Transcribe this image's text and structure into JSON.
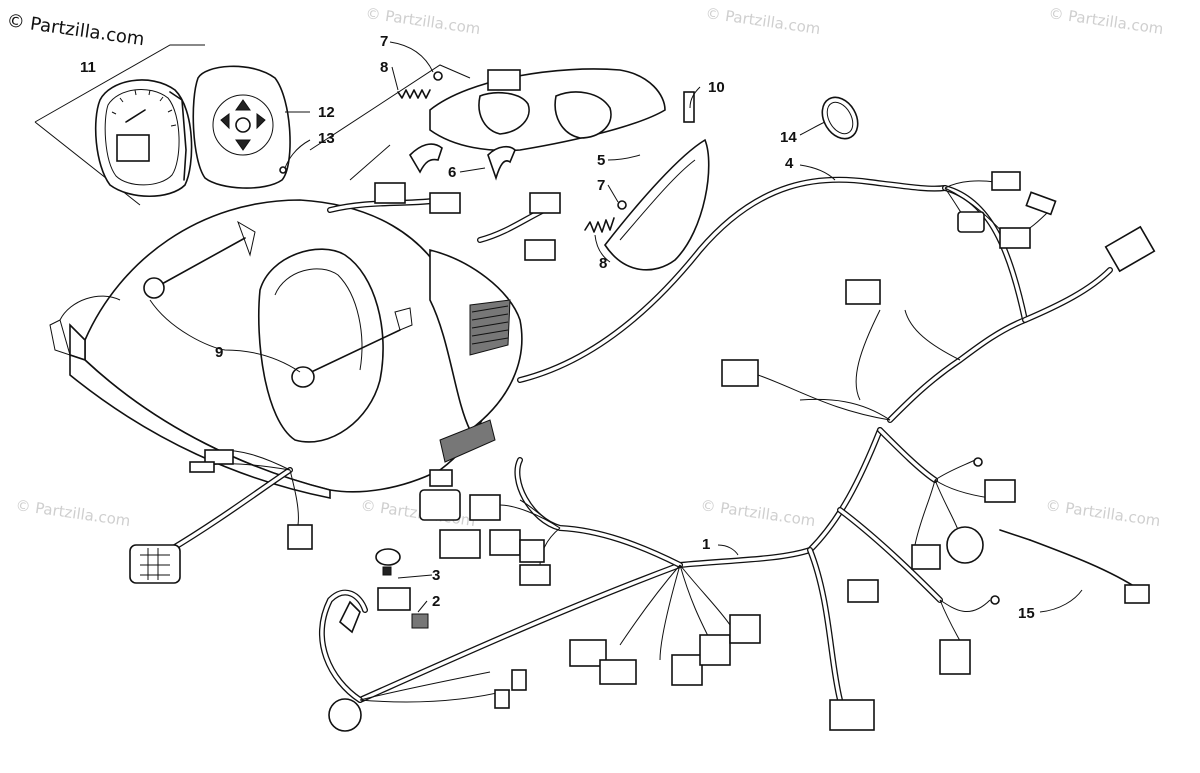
{
  "copyright": "© Partzilla.com",
  "watermark_text": "© Partzilla.com",
  "callouts": [
    {
      "id": "c1",
      "text": "1"
    },
    {
      "id": "c2",
      "text": "2"
    },
    {
      "id": "c3",
      "text": "3"
    },
    {
      "id": "c4",
      "text": "4"
    },
    {
      "id": "c5",
      "text": "5"
    },
    {
      "id": "c6",
      "text": "6"
    },
    {
      "id": "c7a",
      "text": "7"
    },
    {
      "id": "c7b",
      "text": "7"
    },
    {
      "id": "c8a",
      "text": "8"
    },
    {
      "id": "c8b",
      "text": "8"
    },
    {
      "id": "c9",
      "text": "9"
    },
    {
      "id": "c10",
      "text": "10"
    },
    {
      "id": "c11",
      "text": "11"
    },
    {
      "id": "c12",
      "text": "12"
    },
    {
      "id": "c13",
      "text": "13"
    },
    {
      "id": "c14",
      "text": "14"
    },
    {
      "id": "c15",
      "text": "15"
    }
  ]
}
